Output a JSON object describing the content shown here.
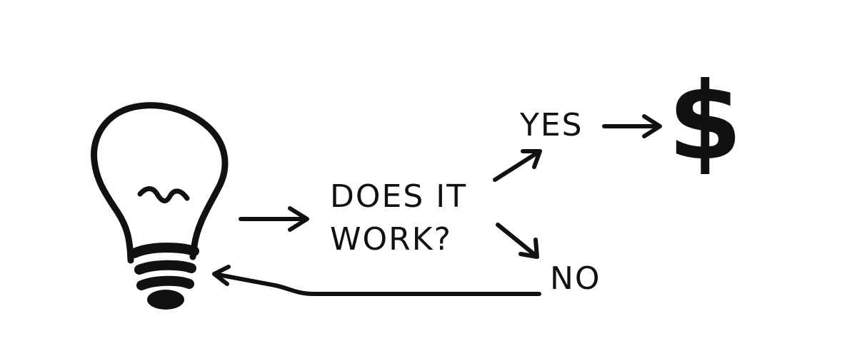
{
  "colors": {
    "ink": "#111111",
    "background": "#ffffff"
  },
  "icons": {
    "lightbulb": "lightbulb-icon",
    "dollar": "dollar-sign-icon"
  },
  "labels": {
    "question_line1": "DOES IT",
    "question_line2": "WORK?",
    "yes": "YES",
    "no": "NO",
    "dollar": "$"
  }
}
